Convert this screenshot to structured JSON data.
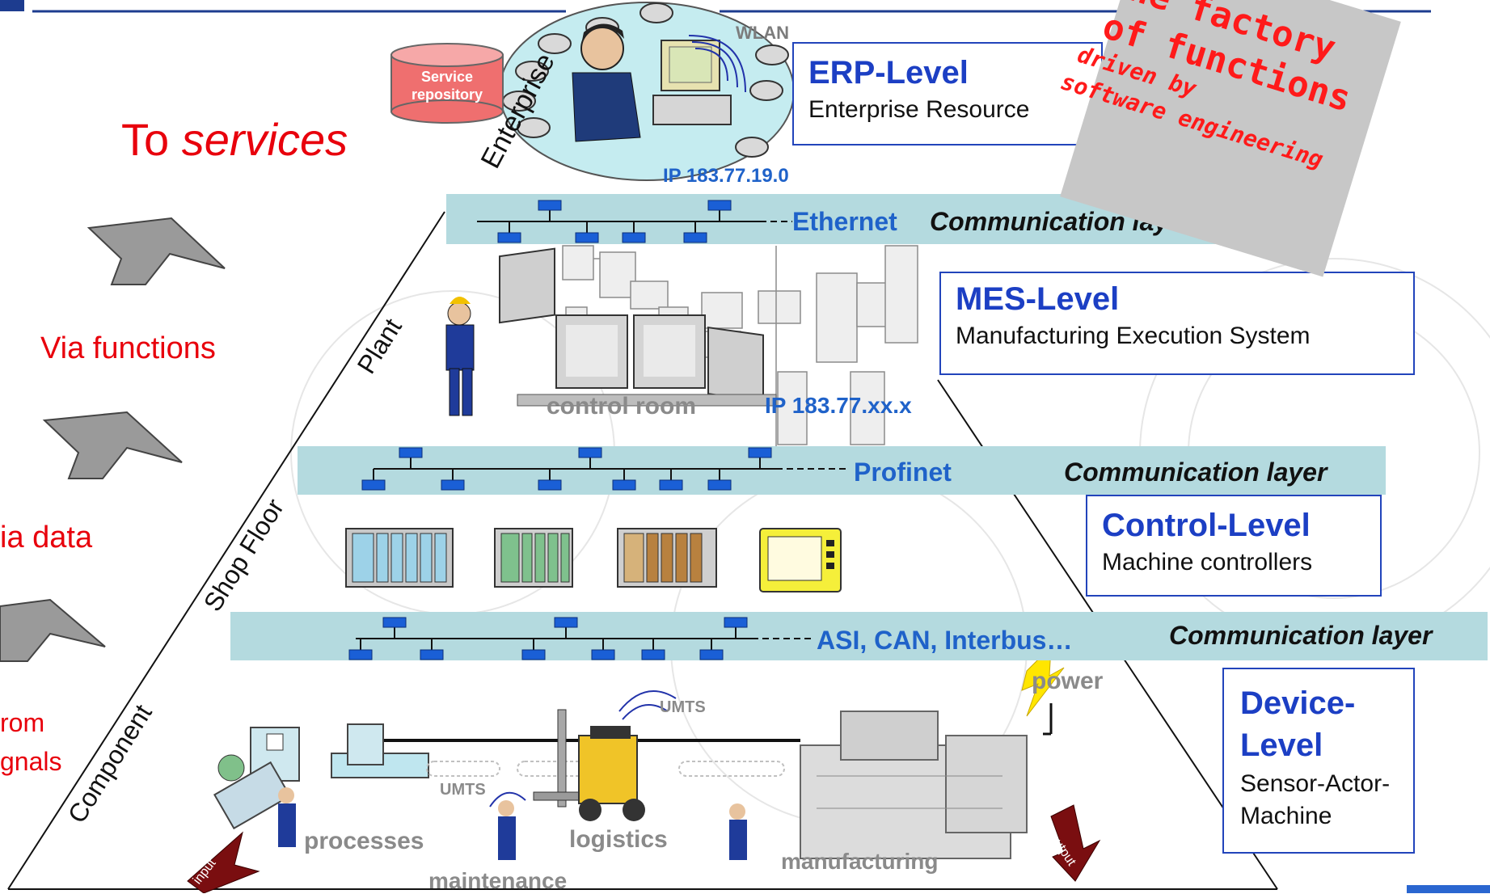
{
  "left_column": {
    "to_prefix": "To",
    "to_services": "services",
    "via_functions": "Via functions",
    "via_data": "ia data",
    "from_line1": "rom",
    "from_line2": "gnals"
  },
  "pyramid": {
    "enterprise": "Enterprise",
    "plant": "Plant",
    "shop_floor": "Shop Floor",
    "component": "Component"
  },
  "enterprise": {
    "service_repository_line1": "Service",
    "service_repository_line2": "repository",
    "wlan": "WLAN",
    "ip": "IP 183.77.19.0"
  },
  "levels": {
    "erp": {
      "title": "ERP-Level",
      "subtitle": "Enterprise Resource"
    },
    "mes": {
      "title": "MES-Level",
      "subtitle": "Manufacturing Execution System"
    },
    "control": {
      "title": "Control-Level",
      "subtitle": "Machine controllers"
    },
    "device": {
      "title_line1": "Device-",
      "title_line2": "Level",
      "subtitle_line1": "Sensor-Actor-",
      "subtitle_line2": "Machine"
    }
  },
  "networks": {
    "ethernet": "Ethernet",
    "profinet": "Profinet",
    "fieldbus": "ASI, CAN, Interbus…",
    "comm_layer": "Communication layer"
  },
  "plant": {
    "control_room": "control room",
    "ip": "IP 183.77.xx.x"
  },
  "floor": {
    "power": "power",
    "umts_1": "UMTS",
    "umts_2": "UMTS",
    "processes": "processes",
    "logistics": "logistics",
    "maintenance": "maintenance",
    "manufacturing": "manufacturing",
    "input": "input",
    "output": "output"
  },
  "note": {
    "line1": "the factory",
    "line2": "of functions",
    "line3": "driven by",
    "line4": "software engineering"
  },
  "colors": {
    "layer_bar": "#b4dadf",
    "level_title": "#1c3fc4",
    "network_label": "#1f62c9",
    "red_text": "#e8000c",
    "note_text": "#ff1a1a",
    "note_bg": "#c7c7c7",
    "node_blue": "#1a5fd6"
  }
}
